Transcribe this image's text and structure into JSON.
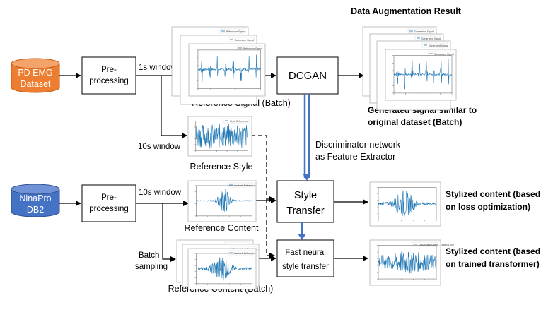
{
  "title": "Data Augmentation Result",
  "datasets": {
    "pd_emg": {
      "line1": "PD EMG",
      "line2": "Dataset",
      "color": "#ed7d31"
    },
    "ninapro": {
      "line1": "NinaPro",
      "line2": "DB2",
      "color": "#4472c4"
    }
  },
  "blocks": {
    "preprocess_top": {
      "line1": "Pre-",
      "line2": "processing"
    },
    "preprocess_bottom": {
      "line1": "Pre-",
      "line2": "processing"
    },
    "dcgan": {
      "label": "DCGAN"
    },
    "style_transfer": {
      "line1": "Style",
      "line2": "Transfer"
    },
    "fast_transfer": {
      "line1": "Fast neural",
      "line2": "style transfer"
    }
  },
  "edge_labels": {
    "window_1s": "1s window",
    "window_10s_top": "10s window",
    "window_10s_bottom": "10s window",
    "batch_sampling_1": "Batch",
    "batch_sampling_2": "sampling",
    "discriminator_1": "Discriminator network",
    "discriminator_2": "as Feature Extractor"
  },
  "captions": {
    "reference_signal_batch": "Reference Signal (Batch)",
    "reference_style": "Reference Style",
    "reference_content": "Reference Content",
    "reference_content_batch": "Reference Content (Batch)",
    "generated_1": "Generated signal similar to",
    "generated_2": "original dataset (Batch)",
    "stylized_opt_1": "Stylized content (based",
    "stylized_opt_2": "on loss optimization)",
    "stylized_tr_1": "Stylized content (based",
    "stylized_tr_2": "on trained transformer)"
  },
  "plot_legends": {
    "reference_signal": "Reference Signal",
    "generated_signal": "Generated Signal",
    "style_reference": "Style Reference",
    "content_reference": "Content Reference",
    "generated_signal_epoch": "Generated Signal - Epoch 1000"
  },
  "colors": {
    "signal": "#1f77b4",
    "pipeline_arrow": "#4472c4",
    "box_border": "#000000"
  }
}
